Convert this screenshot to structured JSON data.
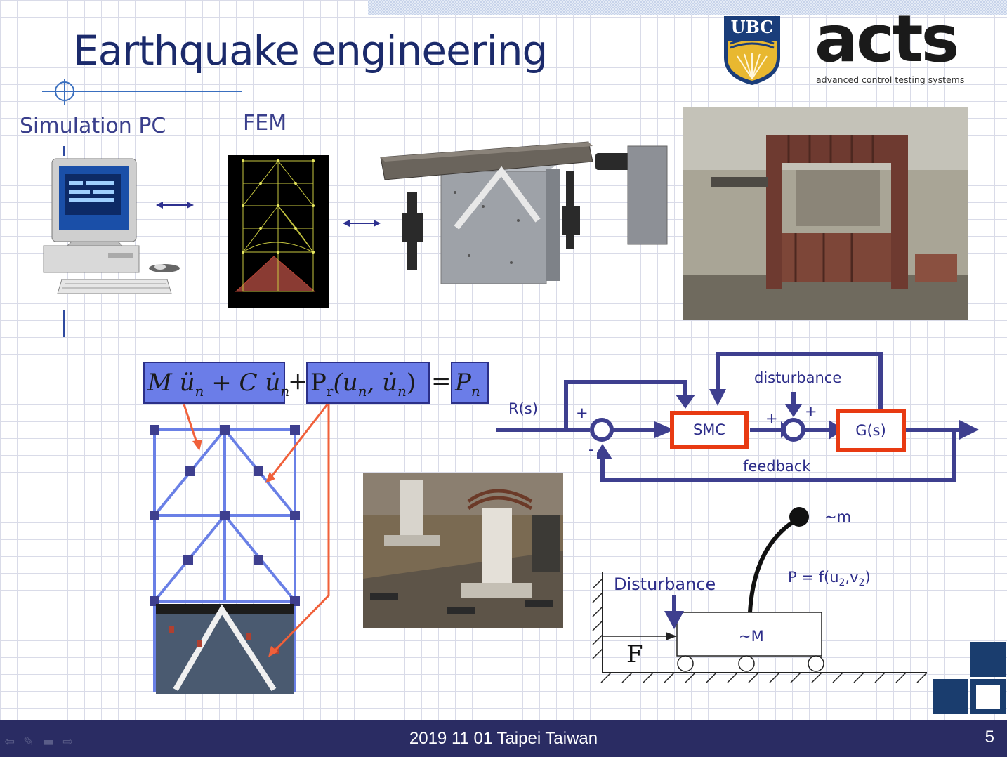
{
  "slide": {
    "title": "Earthquake engineering",
    "page_number": "5"
  },
  "labels": {
    "simulation_pc": "Simulation PC",
    "fem": "FEM"
  },
  "equation": {
    "term1": "M ü",
    "term1_sub": "n",
    "term2": " + C u̇",
    "term2_sub": "n",
    "plus": "+",
    "pr": "P",
    "pr_sub": "r",
    "pr_args": "(u",
    "pr_args_sub1": "n",
    "pr_args_mid": ", u̇",
    "pr_args_sub2": "n",
    "pr_close": ")",
    "equals": "=",
    "rhs": "P",
    "rhs_sub": "n"
  },
  "block_diagram": {
    "input": "R(s)",
    "disturbance": "disturbance",
    "plus_top": "+",
    "minus": "-",
    "plus_sum2_left": "+",
    "plus_sum2_top": "+",
    "controller": "SMC",
    "plant": "G(s)",
    "feedback": "feedback"
  },
  "mechanics": {
    "pendulum_mass": "~m",
    "force_relation": "P = f(u",
    "force_sub1": "2",
    "force_mid": ",v",
    "force_sub2": "2",
    "force_close": ")",
    "disturbance": "Disturbance",
    "cart_mass": "~M",
    "force": "F"
  },
  "logos": {
    "ubc": "UBC",
    "acts": "acts",
    "acts_tagline": "advanced control testing systems"
  },
  "footer": {
    "text": "2019 11 01 Taipei Taiwan"
  },
  "colors": {
    "title": "#1b2a6b",
    "label": "#3a3f8c",
    "diagram_line": "#3e3f8f",
    "highlight_red": "#e83a12",
    "equation_fill": "#6b7de8",
    "frame_blue": "#6a80e6",
    "footer_bg": "#2a2c63"
  }
}
